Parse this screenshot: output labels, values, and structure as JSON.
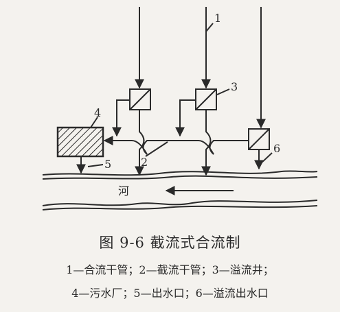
{
  "diagram": {
    "callouts": [
      "1",
      "2",
      "3",
      "4",
      "5",
      "6"
    ],
    "river_label": "河"
  },
  "caption": {
    "title": "图 9-6    截流式合流制",
    "legend_line1": "1—合流干管；2—截流干管；3—溢流井；",
    "legend_line2": "4—污水厂；5—出水口；6—溢流出水口"
  },
  "colors": {
    "ink": "#2a2a2a",
    "paper": "#f4f2ee"
  }
}
